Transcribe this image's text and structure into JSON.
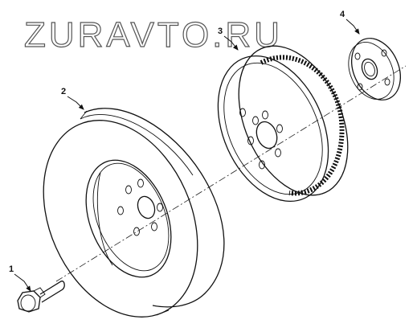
{
  "watermark": {
    "text": "ZURAVTO.RU"
  },
  "colors": {
    "line": "#111111",
    "watermark": "#555555",
    "background": "#ffffff"
  },
  "callouts": [
    {
      "id": "1",
      "label": "1",
      "part_icon": "crankshaft-bolt-icon"
    },
    {
      "id": "2",
      "label": "2",
      "part_icon": "crankshaft-balancer-icon"
    },
    {
      "id": "3",
      "label": "3",
      "part_icon": "crankshaft-pulley-icon"
    },
    {
      "id": "4",
      "label": "4",
      "part_icon": "crankshaft-sprocket-icon"
    }
  ]
}
